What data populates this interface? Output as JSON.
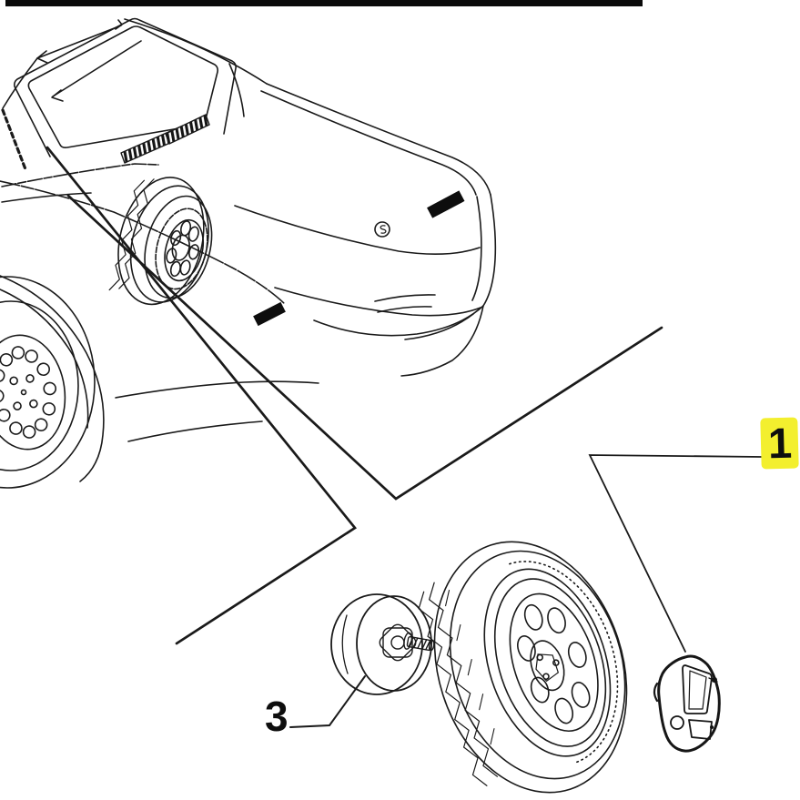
{
  "figure": {
    "kind": "exploded-parts-line-drawing",
    "background_color": "#ffffff",
    "ink_color": "#1a1a1a",
    "callouts": [
      {
        "label": "1",
        "highlighted": true,
        "highlight_color": "#f3ef2e"
      },
      {
        "label": "3",
        "highlighted": false,
        "highlight_color": ""
      }
    ]
  }
}
